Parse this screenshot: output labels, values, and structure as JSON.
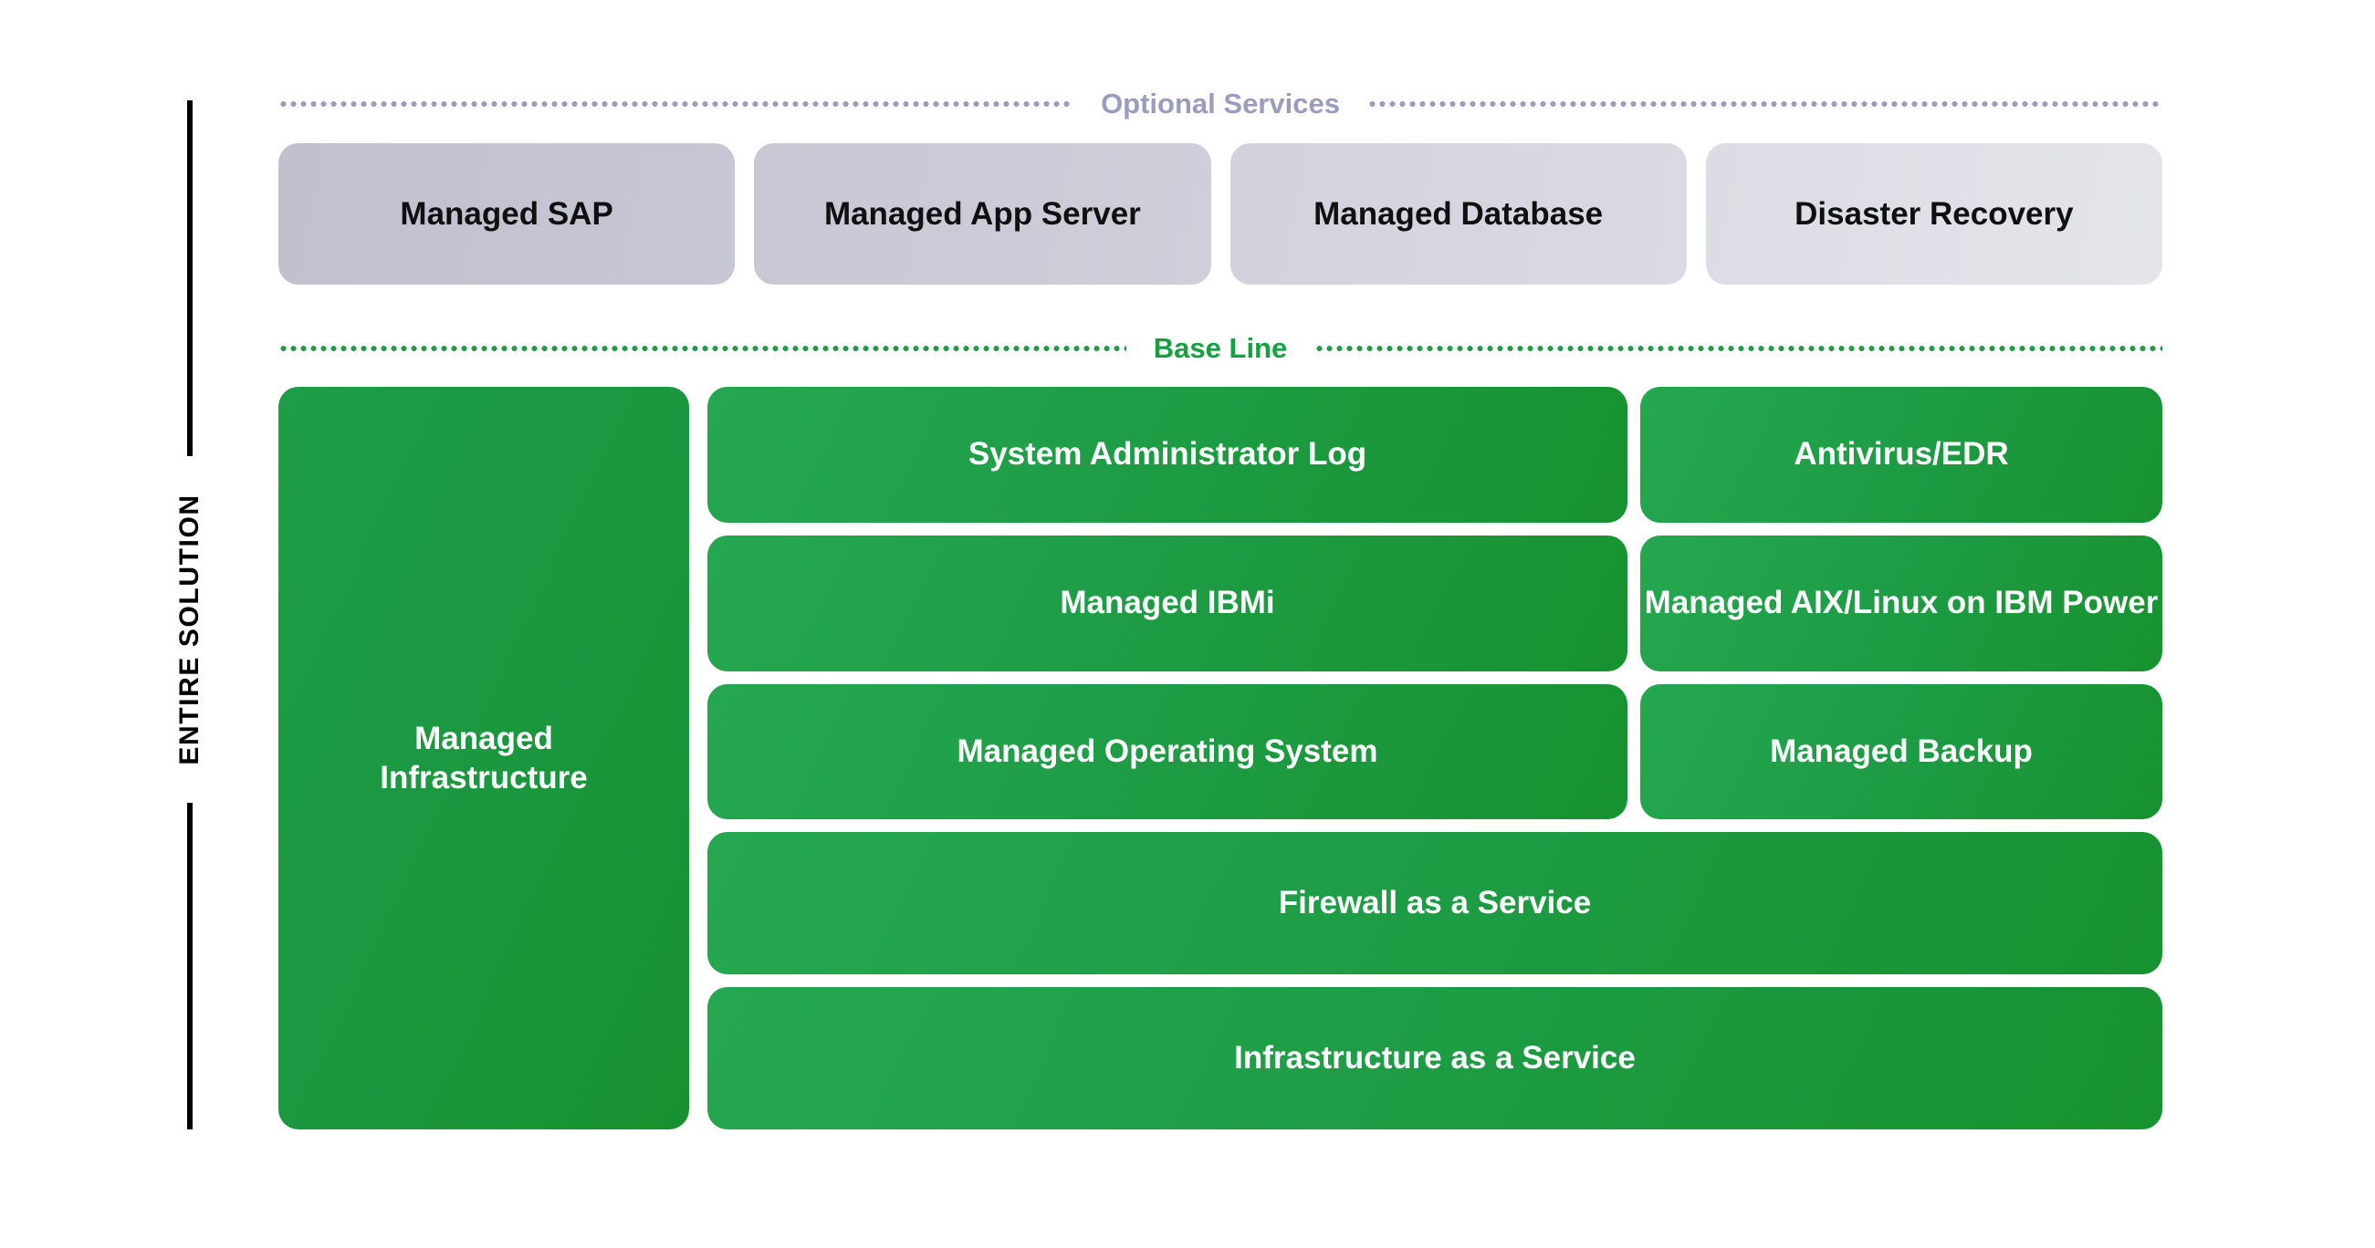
{
  "axis": {
    "label": "ENTIRE SOLUTION"
  },
  "dividers": {
    "optional": {
      "caption": "Optional Services",
      "color": "#9a9cbd"
    },
    "baseline": {
      "caption": "Base Line",
      "color": "#17a03f"
    }
  },
  "optional_services": {
    "cards": [
      {
        "label": "Managed SAP"
      },
      {
        "label": "Managed App Server"
      },
      {
        "label": "Managed Database"
      },
      {
        "label": "Disaster Recovery"
      }
    ]
  },
  "base_line": {
    "infrastructure": {
      "line1": "Managed",
      "line2": "Infrastructure"
    },
    "rows": [
      {
        "left": "System Administrator Log",
        "right": "Antivirus/EDR"
      },
      {
        "left": "Managed IBMi",
        "right": "Managed AIX/Linux on IBM Power"
      },
      {
        "left": "Managed Operating System",
        "right": "Managed Backup"
      }
    ],
    "full_width": [
      {
        "label": "Firewall as a Service"
      },
      {
        "label": "Infrastructure as a Service"
      }
    ]
  },
  "colors": {
    "green_bright": "#25a750",
    "green_deep": "#17912f",
    "gray_dark": "#c0c0cf",
    "gray_light": "#e4e4ea",
    "text_dark": "#101010",
    "text_light": "#ffffff"
  }
}
